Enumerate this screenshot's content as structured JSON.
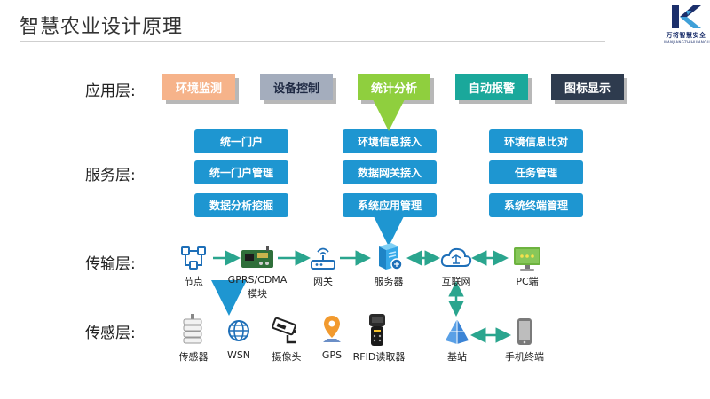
{
  "header": {
    "title": "智慧农业设计原理"
  },
  "logo": {
    "name": "万将智慧安全",
    "subtitle": "WANJIANGZHIHUIANQUAN"
  },
  "layers": {
    "application": "应用层:",
    "service": "服务层:",
    "transport": "传输层:",
    "sensing": "传感层:"
  },
  "application_modules": [
    {
      "label": "环境监测",
      "color": "#f6b38a"
    },
    {
      "label": "设备控制",
      "color": "#a4adbd"
    },
    {
      "label": "统计分析",
      "color": "#8fcf3e"
    },
    {
      "label": "自动报警",
      "color": "#1aa89b"
    },
    {
      "label": "图标显示",
      "color": "#2e3b4e"
    }
  ],
  "services": {
    "col1": [
      "统一门户",
      "统一门户管理",
      "数据分析挖掘"
    ],
    "col2": [
      "环境信息接入",
      "数据网关接入",
      "系统应用管理"
    ],
    "col3": [
      "环境信息比对",
      "任务管理",
      "系统终端管理"
    ]
  },
  "transport_nodes": {
    "node": "节点",
    "gprs": "GPRS/CDMA",
    "gprs_sub": "模块",
    "gateway": "网关",
    "server": "服务器",
    "internet": "互联网",
    "pc": "PC端"
  },
  "sensing_nodes": {
    "sensor": "传感器",
    "wsn": "WSN",
    "camera": "摄像头",
    "gps": "GPS",
    "rfid": "RFID读取器",
    "base_station": "基站",
    "mobile": "手机终端"
  },
  "colors": {
    "service_blue": "#1e96d1",
    "green_arrow": "#8fcf3e",
    "blue_arrow": "#1e96d1",
    "teal_arrow": "#2aa58e"
  }
}
